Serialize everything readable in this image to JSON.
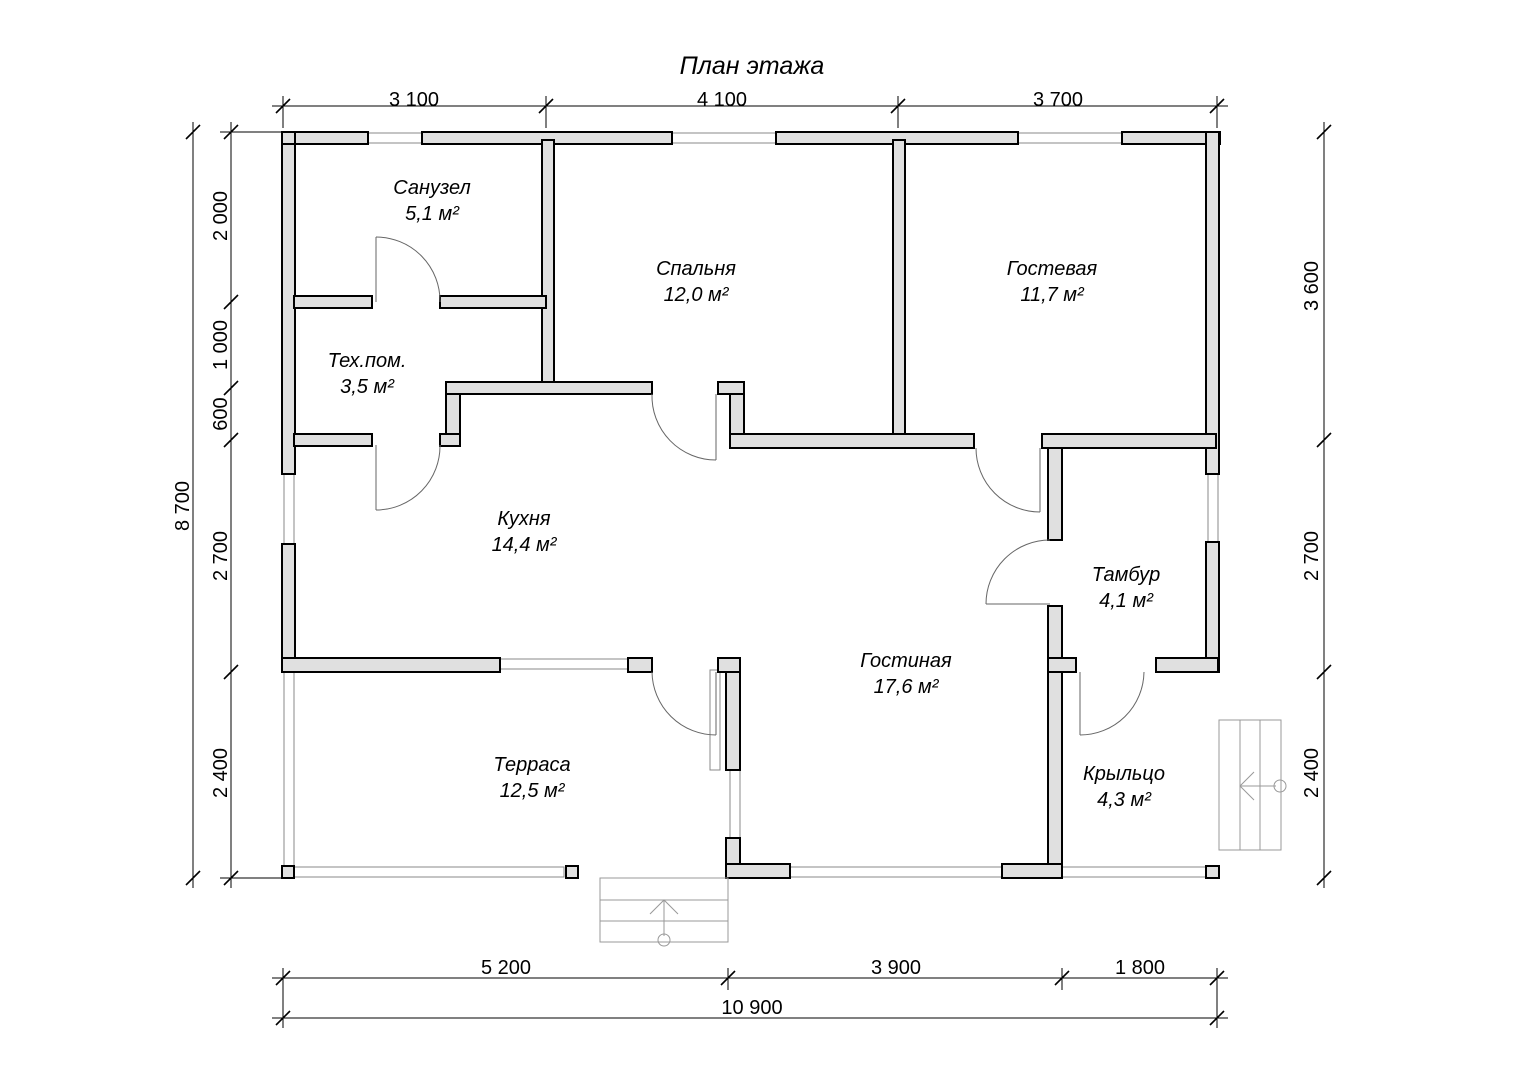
{
  "title": "План этажа",
  "rooms": [
    {
      "name": "Санузел",
      "area": "5,1 м²"
    },
    {
      "name": "Спальня",
      "area": "12,0 м²"
    },
    {
      "name": "Гостевая",
      "area": "11,7 м²"
    },
    {
      "name": "Тех.пом.",
      "area": "3,5 м²"
    },
    {
      "name": "Кухня",
      "area": "14,4 м²"
    },
    {
      "name": "Тамбур",
      "area": "4,1 м²"
    },
    {
      "name": "Гостиная",
      "area": "17,6 м²"
    },
    {
      "name": "Терраса",
      "area": "12,5 м²"
    },
    {
      "name": "Крыльцо",
      "area": "4,3 м²"
    }
  ],
  "dimensions": {
    "top": [
      "3 100",
      "4 100",
      "3 700"
    ],
    "bottom_segments": [
      "5 200",
      "3 900",
      "1 800"
    ],
    "bottom_total": "10 900",
    "left_segments": [
      "2 000",
      "1 000",
      "600",
      "2 700",
      "2 400"
    ],
    "left_total": "8 700",
    "right_segments": [
      "3 600",
      "2 700",
      "2 400"
    ]
  },
  "colors": {
    "wall": "#e0e0e0",
    "line": "#000000",
    "window": "#8a8a8a"
  }
}
